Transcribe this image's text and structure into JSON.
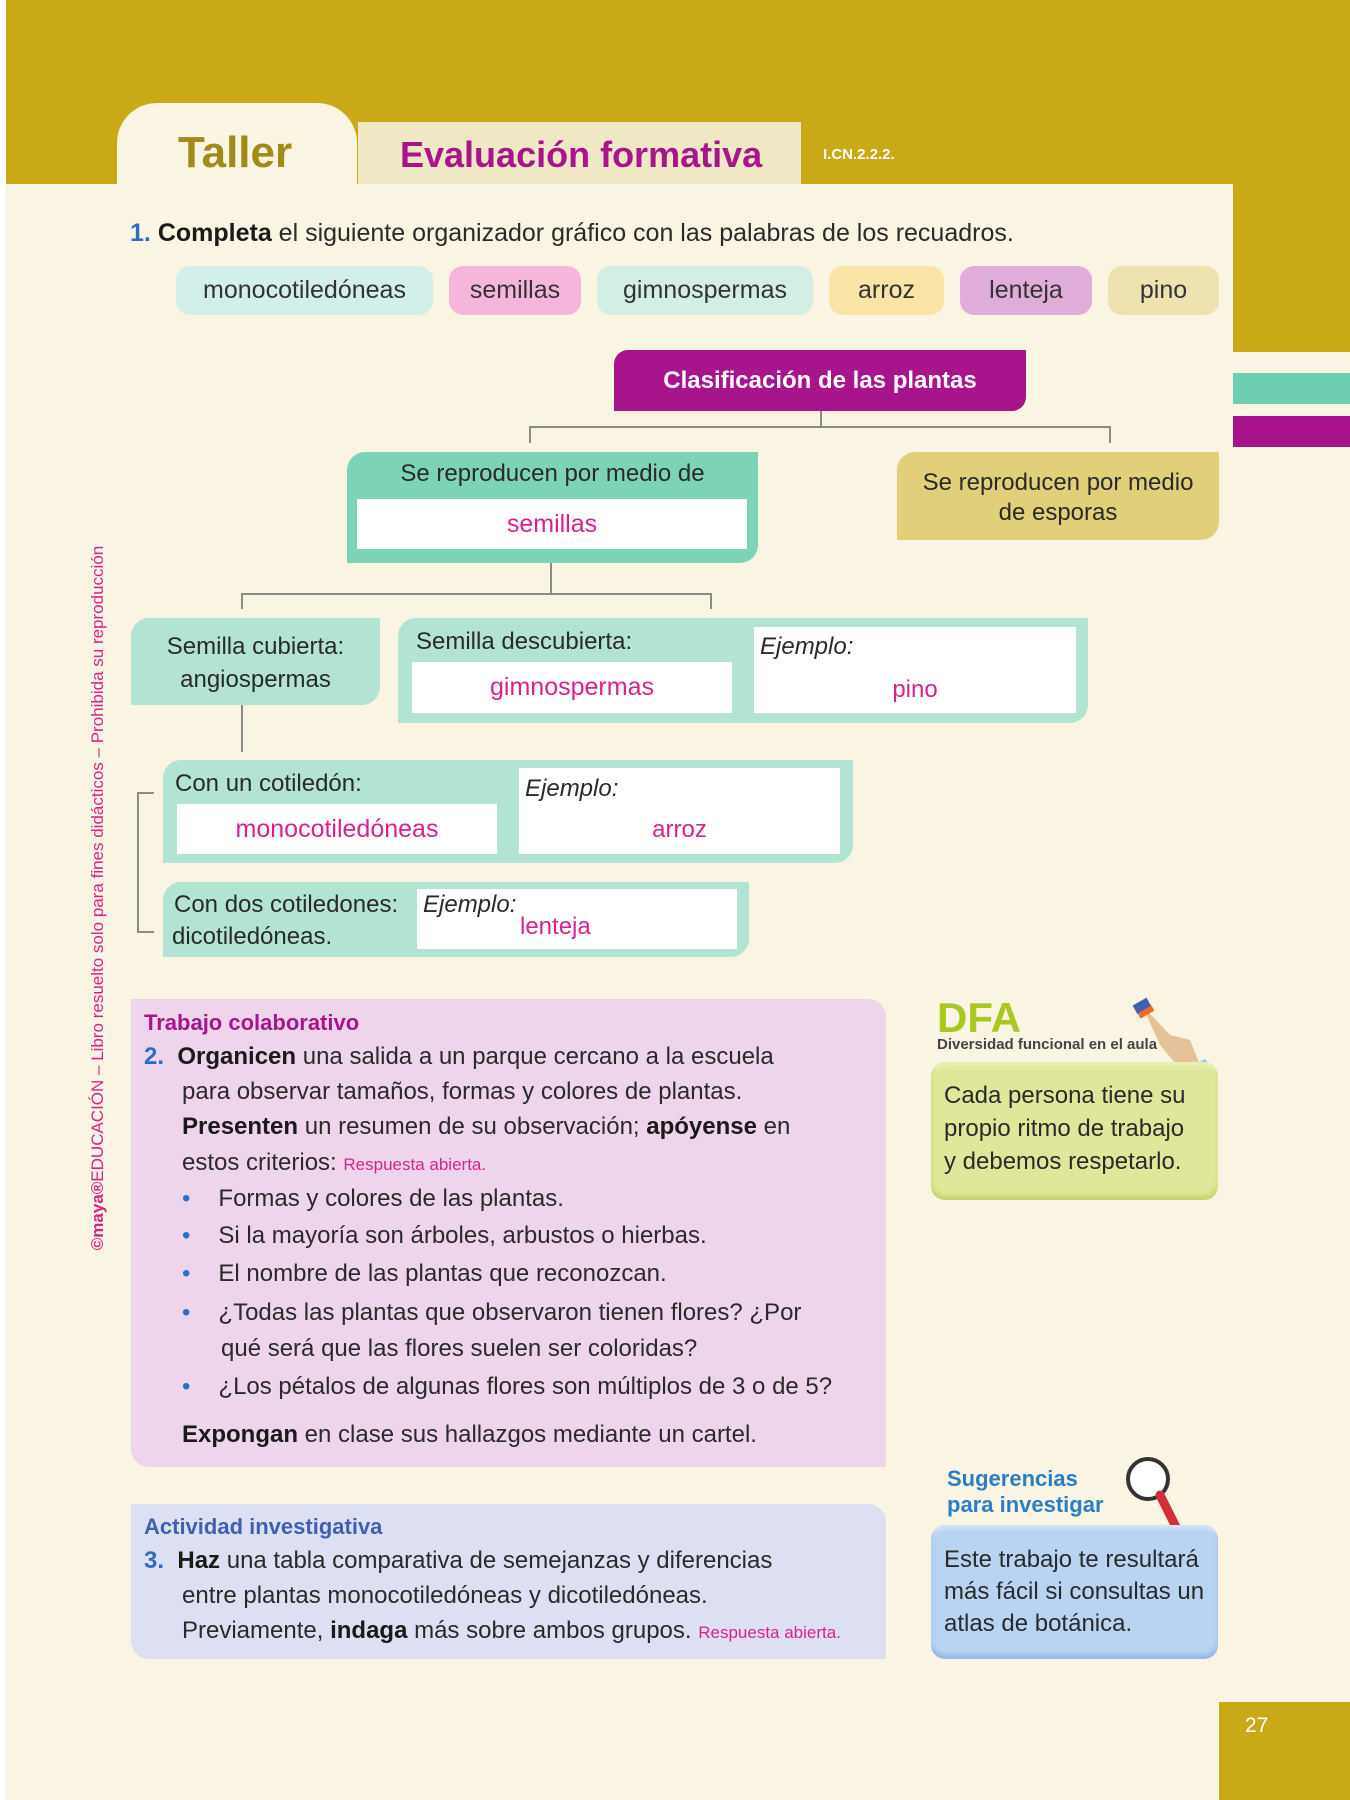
{
  "header": {
    "taller": "Taller",
    "title": "Evaluación formativa",
    "code": "I.CN.2.2.2."
  },
  "q1": {
    "num": "1.",
    "bold": "Completa",
    "text": " el siguiente organizador gráfico con las palabras de los recuadros."
  },
  "chips": [
    "monocotiledóneas",
    "semillas",
    "gimnospermas",
    "arroz",
    "lenteja",
    "pino"
  ],
  "organizer": {
    "root": "Clasificación de las plantas",
    "seeds_label": "Se reproducen por medio de",
    "seeds_answer": "semillas",
    "spores_l1": "Se reproducen por medio",
    "spores_l2": "de esporas",
    "covered_l1": "Semilla cubierta:",
    "covered_l2": "angiospermas",
    "uncovered_label": "Semilla descubierta:",
    "uncovered_answer": "gimnospermas",
    "example_label": "Ejemplo:",
    "uncovered_example": "pino",
    "one_label": "Con un cotiledón:",
    "one_answer": "monocotiledóneas",
    "one_example": "arroz",
    "two_l1": "Con dos cotiledones:",
    "two_l2": "dicotiledóneas.",
    "two_example": "lenteja"
  },
  "collab": {
    "title": "Trabajo colaborativo",
    "num": "2.",
    "l1b": "Organicen",
    "l1": " una salida a un parque cercano a la escuela",
    "l2": "para observar tamaños, formas y colores de plantas.",
    "l3b": "Presenten",
    "l3": " un resumen de su observación; ",
    "l3b2": "apóyense",
    "l3e": " en",
    "l4": "estos criterios:",
    "note": "Respuesta abierta.",
    "bullets": [
      "Formas y colores de las plantas.",
      "Si la mayoría son árboles, arbustos o hierbas.",
      "El nombre de las plantas que reconozcan.",
      "¿Todas las plantas que observaron tienen flores? ¿Por",
      "qué será que las flores suelen ser coloridas?",
      "¿Los pétalos de algunas flores son múltiplos de 3 o de 5?"
    ],
    "endb": "Expongan",
    "end": " en clase sus hallazgos mediante un cartel."
  },
  "research": {
    "title": "Actividad investigativa",
    "num": "3.",
    "l1b": "Haz",
    "l1": " una tabla comparativa de semejanzas y diferencias",
    "l2": "entre plantas monocotiledóneas y dicotiledóneas.",
    "l3": "Previamente, ",
    "l3b": "indaga",
    "l3e": " más sobre ambos grupos.",
    "note": "Respuesta abierta."
  },
  "dfa": {
    "logo": "DFA",
    "subtitle": "Diversidad funcional en el aula",
    "lines": [
      "Cada persona tiene su",
      "propio ritmo de trabajo",
      "y debemos respetarlo."
    ]
  },
  "sug": {
    "t1": "Sugerencias",
    "t2": "para investigar",
    "lines": [
      "Este trabajo te resultará",
      "más fácil si consultas un",
      "atlas de botánica."
    ]
  },
  "side": {
    "brand": "©maya®",
    "text": "EDUCACIÓN – Libro resuelto solo para fines didácticos – Prohibida su reproducción"
  },
  "page_number": "27",
  "colors": {
    "gold": "#c9a918",
    "magenta": "#a8148c",
    "teal": "#7dd3b8",
    "lightteal": "#b3e3d3",
    "answer": "#d6228f"
  }
}
